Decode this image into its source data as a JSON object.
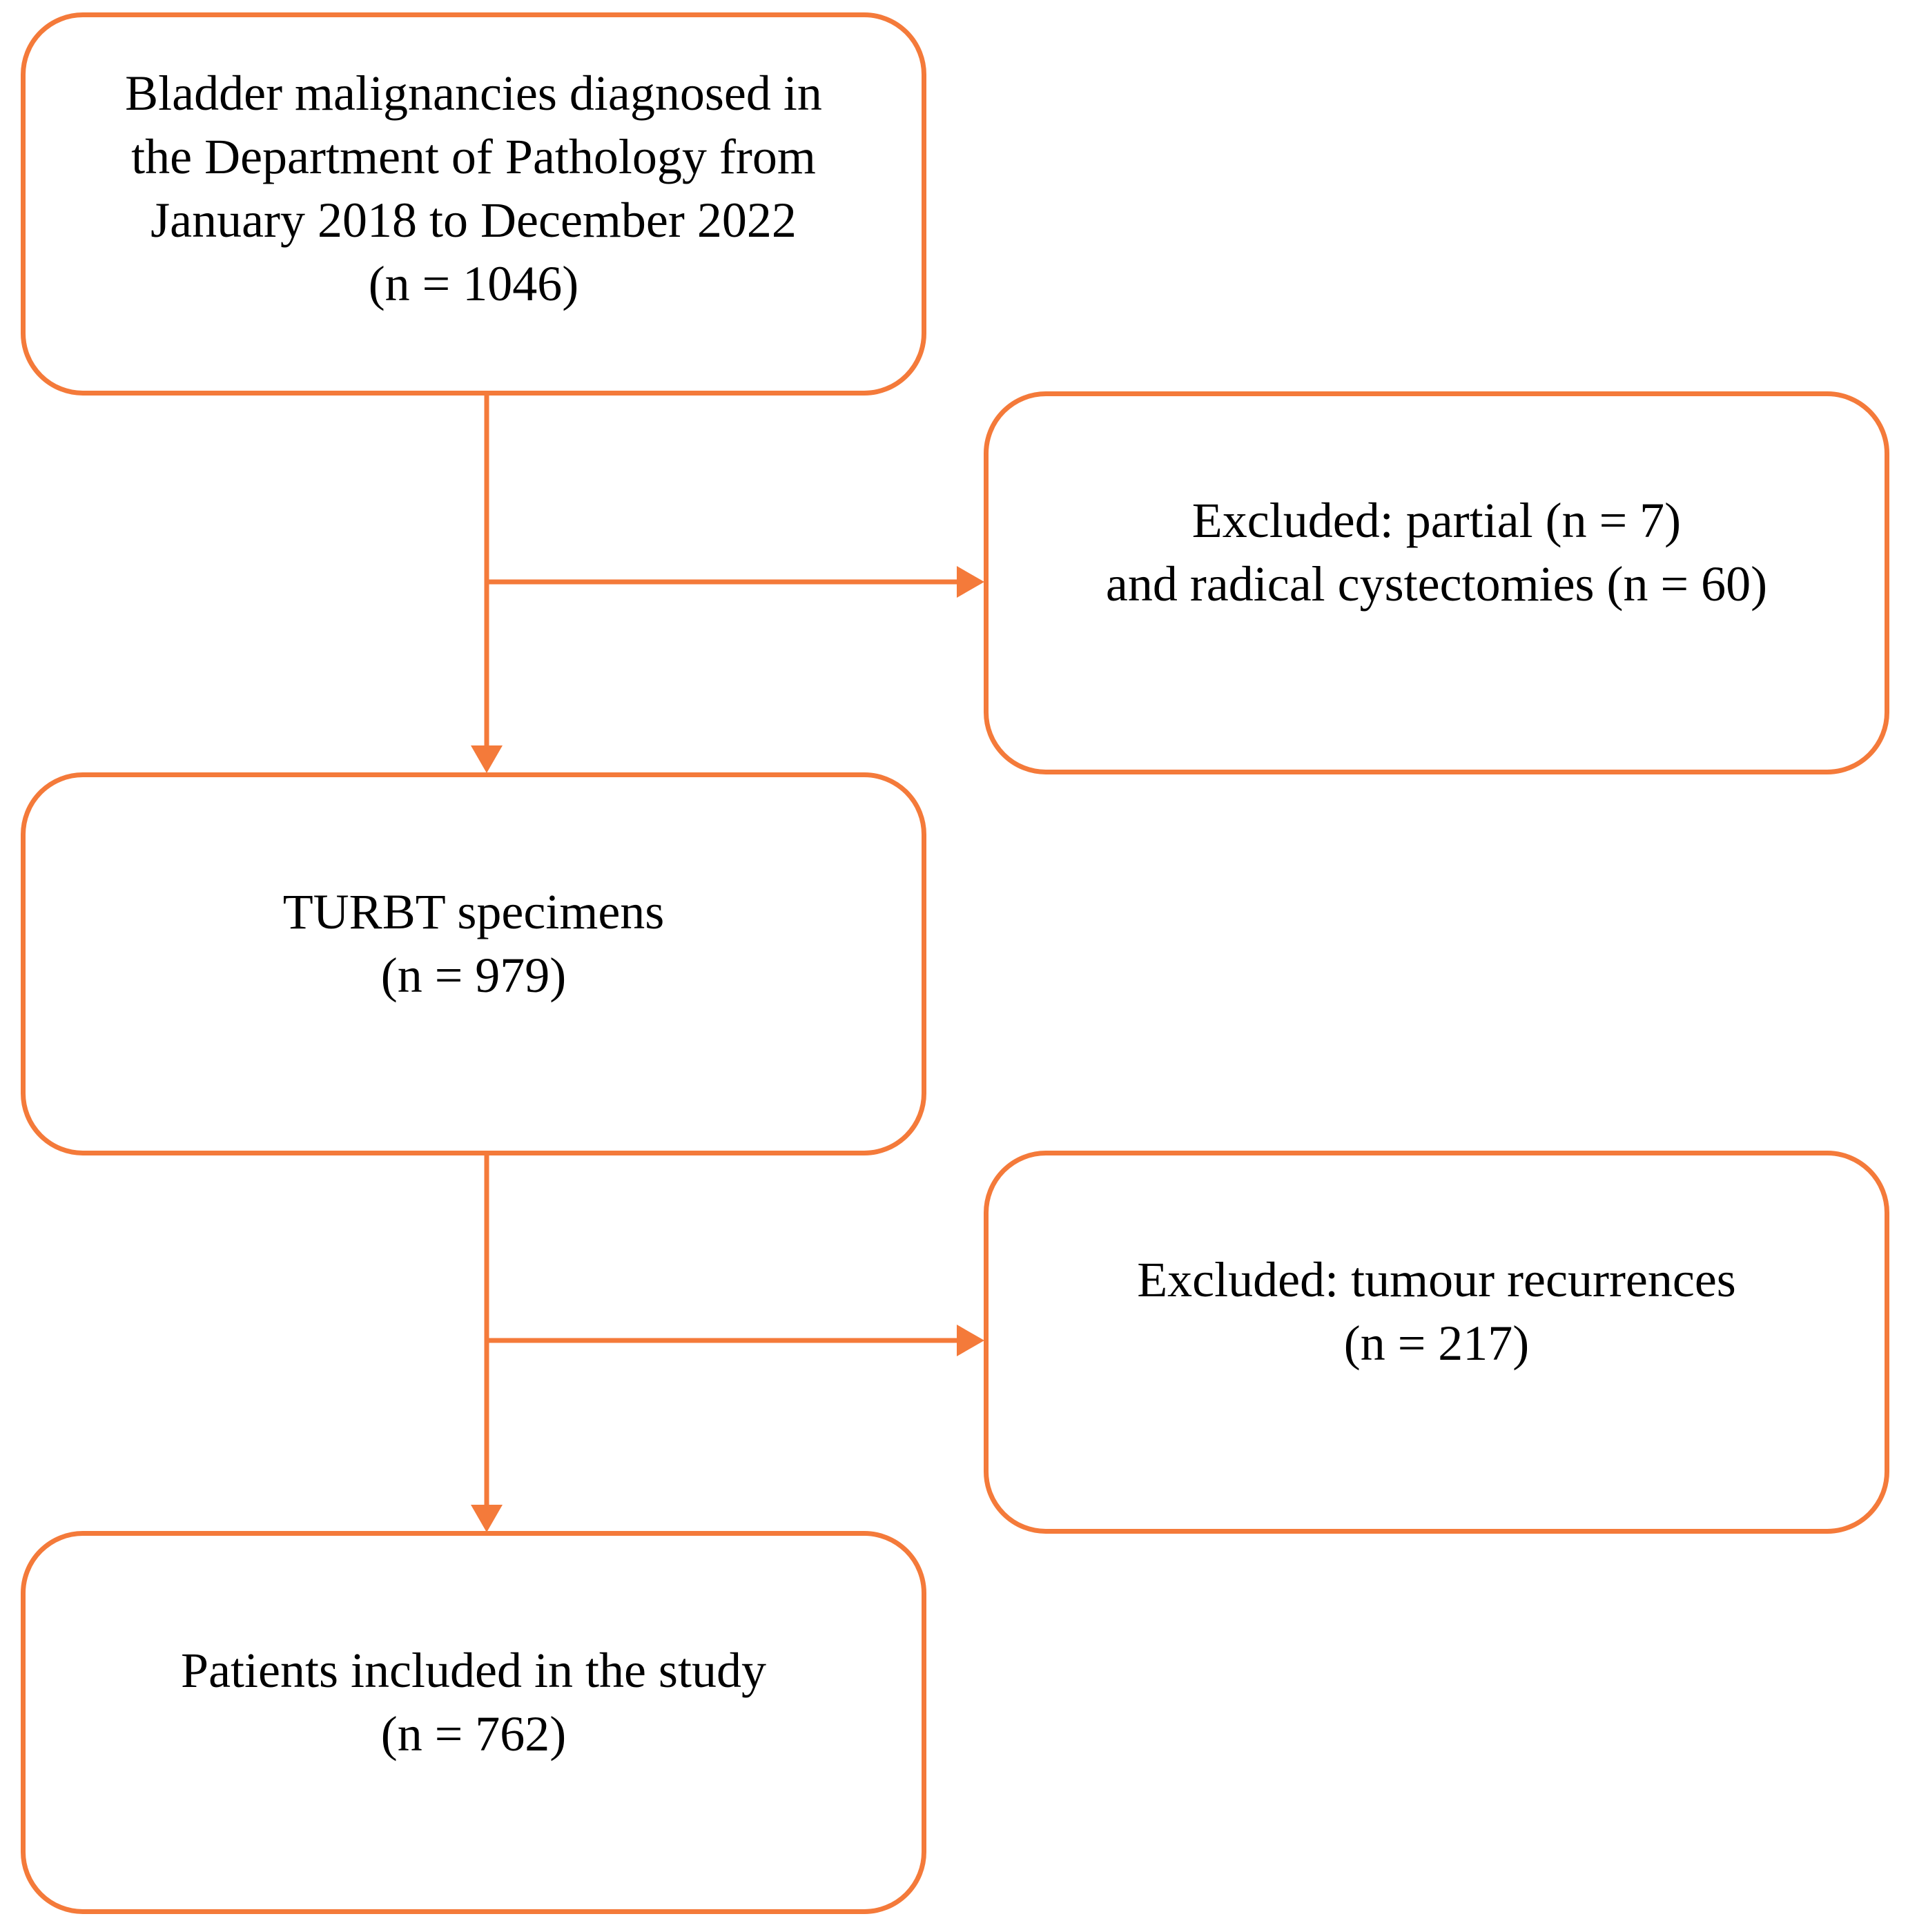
{
  "colors": {
    "accent": "#f47a3a",
    "text": "#000000",
    "background": "#ffffff"
  },
  "flowchart": {
    "source": {
      "lines": [
        "Bladder malignancies diagnosed in",
        "the Department of Pathology from",
        "January 2018 to December 2022",
        "(n = 1046)"
      ]
    },
    "exclusion_1": {
      "lines": [
        "Excluded: partial (n = 7)",
        "and radical cystectomies (n = 60)"
      ]
    },
    "turbt": {
      "lines": [
        "TURBT specimens",
        "(n = 979)"
      ]
    },
    "exclusion_2": {
      "lines": [
        "Excluded: tumour recurrences",
        "(n = 217)"
      ]
    },
    "included": {
      "lines": [
        "Patients included in the study",
        "(n = 762)"
      ]
    }
  }
}
